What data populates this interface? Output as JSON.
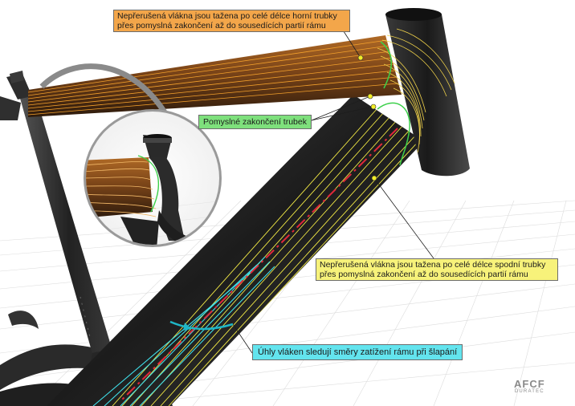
{
  "callouts": {
    "top_tube": {
      "line1": "Nepřerušená vlákna jsou tažena po celé délce horní trubky",
      "line2": "přes pomyslná zakončení až do sousedících partií rámu"
    },
    "tube_end": "Pomyslné zakončení trubek",
    "down_tube": {
      "line1": "Nepřerušená vlákna jsou tažena po celé délce spodní trubky",
      "line2": "přes pomyslná zakončení až do sousedících partií rámu"
    },
    "fiber_angle": "Úhly vláken sledují směry zatížení rámu při šlapání"
  },
  "brand": {
    "name": "AFCF",
    "sub": "DURATEC"
  },
  "colors": {
    "callout_orange": "#f3a64a",
    "callout_green": "#7ee07c",
    "callout_yellow": "#f7f27a",
    "callout_cyan": "#63e4ee",
    "frame": "#2b2b2b",
    "top_tube_fiber": "#f2a02c",
    "down_tube_fiber": "#f3ea45",
    "cyan_fiber": "#3fe0ea",
    "dash_axis": "#e0283a"
  }
}
